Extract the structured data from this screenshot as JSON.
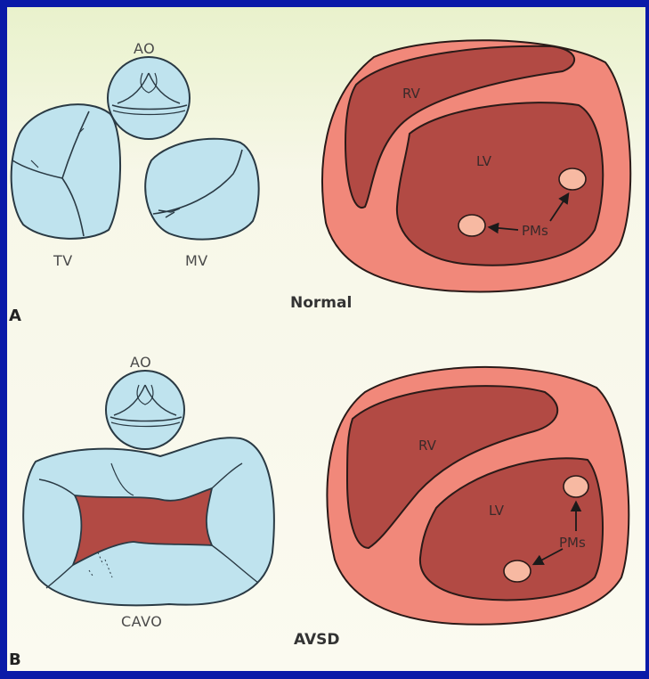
{
  "panel_a": {
    "letter": "A",
    "caption": "Normal",
    "valves": {
      "aorta": "AO",
      "tricuspid": "TV",
      "mitral": "MV"
    },
    "ventricles": {
      "right": "RV",
      "left": "LV",
      "papillary": "PMs"
    }
  },
  "panel_b": {
    "letter": "B",
    "caption": "AVSD",
    "valves": {
      "aorta": "AO",
      "common": "CAVO"
    },
    "ventricles": {
      "right": "RV",
      "left": "LV",
      "papillary": "PMs"
    }
  },
  "colors": {
    "background_frame": "#0a1aa8",
    "paper": "#f8f6e6",
    "valve": "#bfe3ee",
    "valve_stroke": "#2a3a44",
    "myocardium": "#f1887a",
    "cavity": "#b24a44",
    "papillary": "#f7b9a2"
  }
}
